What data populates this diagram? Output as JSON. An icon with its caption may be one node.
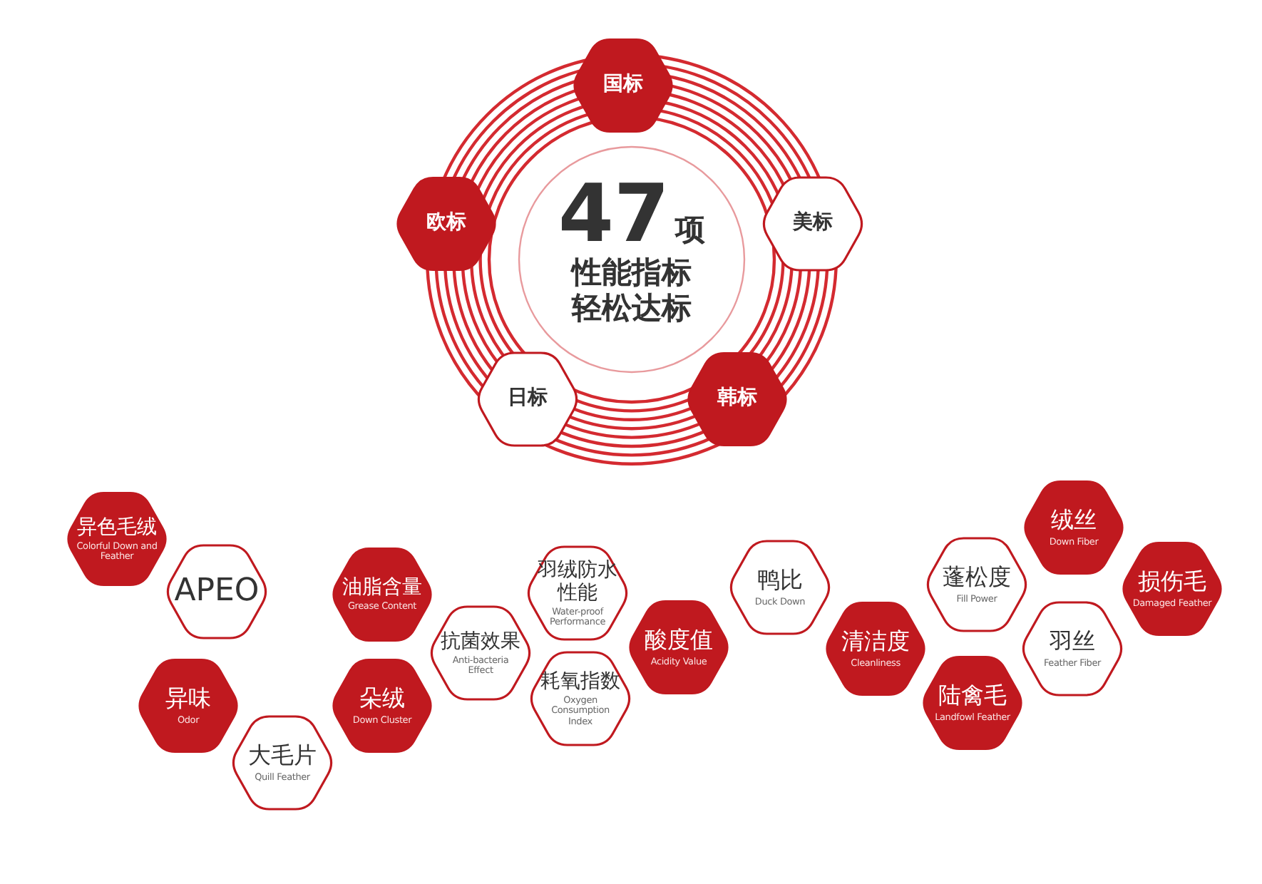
{
  "diagram": {
    "nodes": [
      {
        "text": [
          "47",
          "项",
          "性能指标轻松达标"
        ]
      },
      {
        "text": [
          "国标"
        ]
      },
      {
        "text": [
          "美标"
        ]
      },
      {
        "text": [
          "韩标"
        ]
      },
      {
        "text": [
          "日标"
        ]
      },
      {
        "text": [
          "欧标"
        ]
      },
      {
        "text": [
          "异色毛绒",
          "Colorful Down and Feather"
        ]
      },
      {
        "text": [
          "APEO"
        ]
      },
      {
        "text": [
          "异味",
          "Odor"
        ]
      },
      {
        "text": [
          "大毛片",
          "Quill Feather"
        ]
      },
      {
        "text": [
          "油脂含量",
          "Grease Content"
        ]
      },
      {
        "text": [
          "朵绒",
          "Down Cluster"
        ]
      },
      {
        "text": [
          "抗菌效果",
          "Anti-bacteria Effect"
        ]
      },
      {
        "text": [
          "羽绒防水性能",
          "Water-proof Performance"
        ]
      },
      {
        "text": [
          "耗氧指数",
          "Oxygen Consumption Index"
        ]
      },
      {
        "text": [
          "酸度值",
          "Acidity Value"
        ]
      },
      {
        "text": [
          "鸭比",
          "Duck Down"
        ]
      },
      {
        "text": [
          "清洁度",
          "Cleanliness"
        ]
      },
      {
        "text": [
          "蓬松度",
          "Fill Power"
        ]
      },
      {
        "text": [
          "陆禽毛",
          "Landfowl Feather"
        ]
      },
      {
        "text": [
          "绒丝",
          "Down Fiber"
        ]
      },
      {
        "text": [
          "羽丝",
          "Feather Fiber"
        ]
      },
      {
        "text": [
          "损伤毛",
          "Damaged Feather"
        ]
      }
    ]
  }
}
